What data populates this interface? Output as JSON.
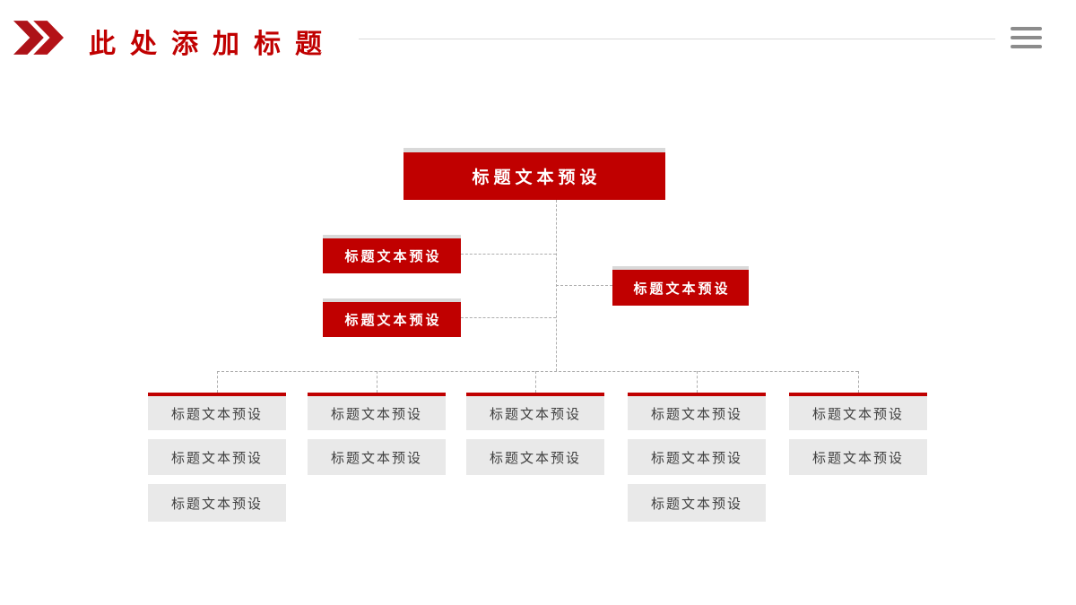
{
  "header": {
    "title": "此处添加标题",
    "chevron_icon": "double-chevron-right",
    "menu_icon": "hamburger"
  },
  "colors": {
    "accent_red": "#c00000",
    "chevron_red": "#ad1218",
    "node_shadow_gray": "#d9d9d9",
    "cell_gray": "#e9e9e9",
    "cell_text": "#404040",
    "connector_gray": "#adadad",
    "divider_gray": "#d9d9d9",
    "menu_gray": "#8c8c8c"
  },
  "org_chart": {
    "root": {
      "label": "标题文本预设"
    },
    "left_nodes": [
      {
        "label": "标题文本预设"
      },
      {
        "label": "标题文本预设"
      }
    ],
    "right_node": {
      "label": "标题文本预设"
    },
    "columns": [
      {
        "cells": [
          "标题文本预设",
          "标题文本预设",
          "标题文本预设"
        ]
      },
      {
        "cells": [
          "标题文本预设",
          "标题文本预设"
        ]
      },
      {
        "cells": [
          "标题文本预设",
          "标题文本预设"
        ]
      },
      {
        "cells": [
          "标题文本预设",
          "标题文本预设",
          "标题文本预设"
        ]
      },
      {
        "cells": [
          "标题文本预设",
          "标题文本预设"
        ]
      }
    ]
  }
}
